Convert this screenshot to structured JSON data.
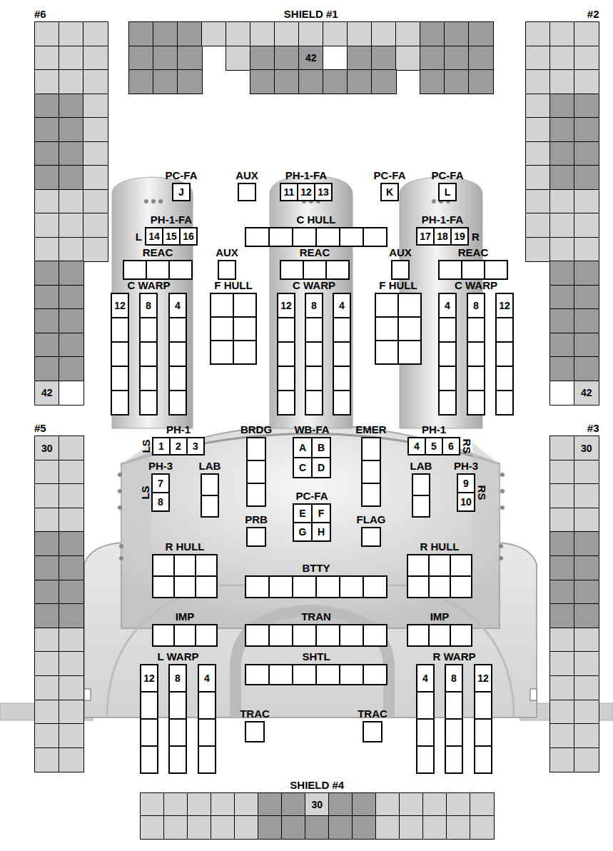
{
  "diagram": {
    "nodes": [
      {
        "text": [
          "#6",
          "42"
        ]
      },
      {
        "text": [
          "SHIELD #1",
          "42"
        ]
      },
      {
        "text": [
          "#2",
          "42"
        ]
      },
      {
        "text": [
          "PC-FA",
          "J"
        ]
      },
      {
        "text": [
          "AUX"
        ]
      },
      {
        "text": [
          "PH-1-FA",
          "11",
          "12",
          "13"
        ]
      },
      {
        "text": [
          "PC-FA",
          "K"
        ]
      },
      {
        "text": [
          "PC-FA",
          "L"
        ]
      },
      {
        "text": [
          "PH-1-FA",
          "L",
          "14",
          "15",
          "16"
        ]
      },
      {
        "text": [
          "C HULL"
        ]
      },
      {
        "text": [
          "PH-1-FA",
          "17",
          "18",
          "19",
          "R"
        ]
      },
      {
        "text": [
          "REAC"
        ]
      },
      {
        "text": [
          "AUX"
        ]
      },
      {
        "text": [
          "REAC"
        ]
      },
      {
        "text": [
          "AUX"
        ]
      },
      {
        "text": [
          "REAC"
        ]
      },
      {
        "text": [
          "C WARP",
          "12",
          "8",
          "4"
        ]
      },
      {
        "text": [
          "F HULL"
        ]
      },
      {
        "text": [
          "C WARP",
          "12",
          "8",
          "4"
        ]
      },
      {
        "text": [
          "F HULL"
        ]
      },
      {
        "text": [
          "C WARP",
          "4",
          "8",
          "12"
        ]
      },
      {
        "text": [
          "#5",
          "30"
        ]
      },
      {
        "text": [
          "PH-1",
          "LS",
          "1",
          "2",
          "3"
        ]
      },
      {
        "text": [
          "BRDG"
        ]
      },
      {
        "text": [
          "WB-FA",
          "A",
          "B",
          "C",
          "D"
        ]
      },
      {
        "text": [
          "EMER"
        ]
      },
      {
        "text": [
          "PH-1",
          "4",
          "5",
          "6",
          "RS"
        ]
      },
      {
        "text": [
          "#3",
          "30"
        ]
      },
      {
        "text": [
          "PH-3",
          "LS",
          "7",
          "8"
        ]
      },
      {
        "text": [
          "LAB"
        ]
      },
      {
        "text": [
          "LAB"
        ]
      },
      {
        "text": [
          "PH-3",
          "9",
          "10",
          "RS"
        ]
      },
      {
        "text": [
          "PC-FA",
          "E",
          "F",
          "G",
          "H"
        ]
      },
      {
        "text": [
          "PRB"
        ]
      },
      {
        "text": [
          "FLAG"
        ]
      },
      {
        "text": [
          "R HULL"
        ]
      },
      {
        "text": [
          "BTTY"
        ]
      },
      {
        "text": [
          "R HULL"
        ]
      },
      {
        "text": [
          "IMP"
        ]
      },
      {
        "text": [
          "TRAN"
        ]
      },
      {
        "text": [
          "IMP"
        ]
      },
      {
        "text": [
          "L WARP",
          "12",
          "8",
          "4"
        ]
      },
      {
        "text": [
          "SHTL"
        ]
      },
      {
        "text": [
          "R WARP",
          "4",
          "8",
          "12"
        ]
      },
      {
        "text": [
          "TRAC"
        ]
      },
      {
        "text": [
          "TRAC"
        ]
      },
      {
        "text": [
          "SHIELD #4",
          "30"
        ]
      }
    ]
  }
}
